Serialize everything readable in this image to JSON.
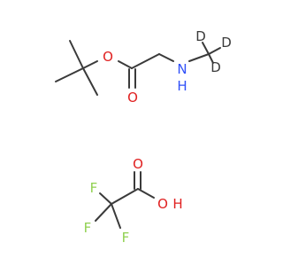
{
  "colors": {
    "carbon_bond": "#3a3a3a",
    "oxygen": "#e02020",
    "nitrogen": "#3050f8",
    "fluorine": "#90d050",
    "deuterium": "#3a3a3a"
  },
  "molecule_1": {
    "labels": {
      "ester_o": "O",
      "carbonyl_o": "O",
      "n": "N",
      "nh": "H",
      "d1": "D",
      "d2": "D",
      "d3": "D"
    }
  },
  "molecule_2": {
    "labels": {
      "carbonyl_o": "O",
      "hydroxyl_o": "O",
      "hydroxyl_h": "H",
      "f1": "F",
      "f2": "F",
      "f3": "F"
    }
  }
}
